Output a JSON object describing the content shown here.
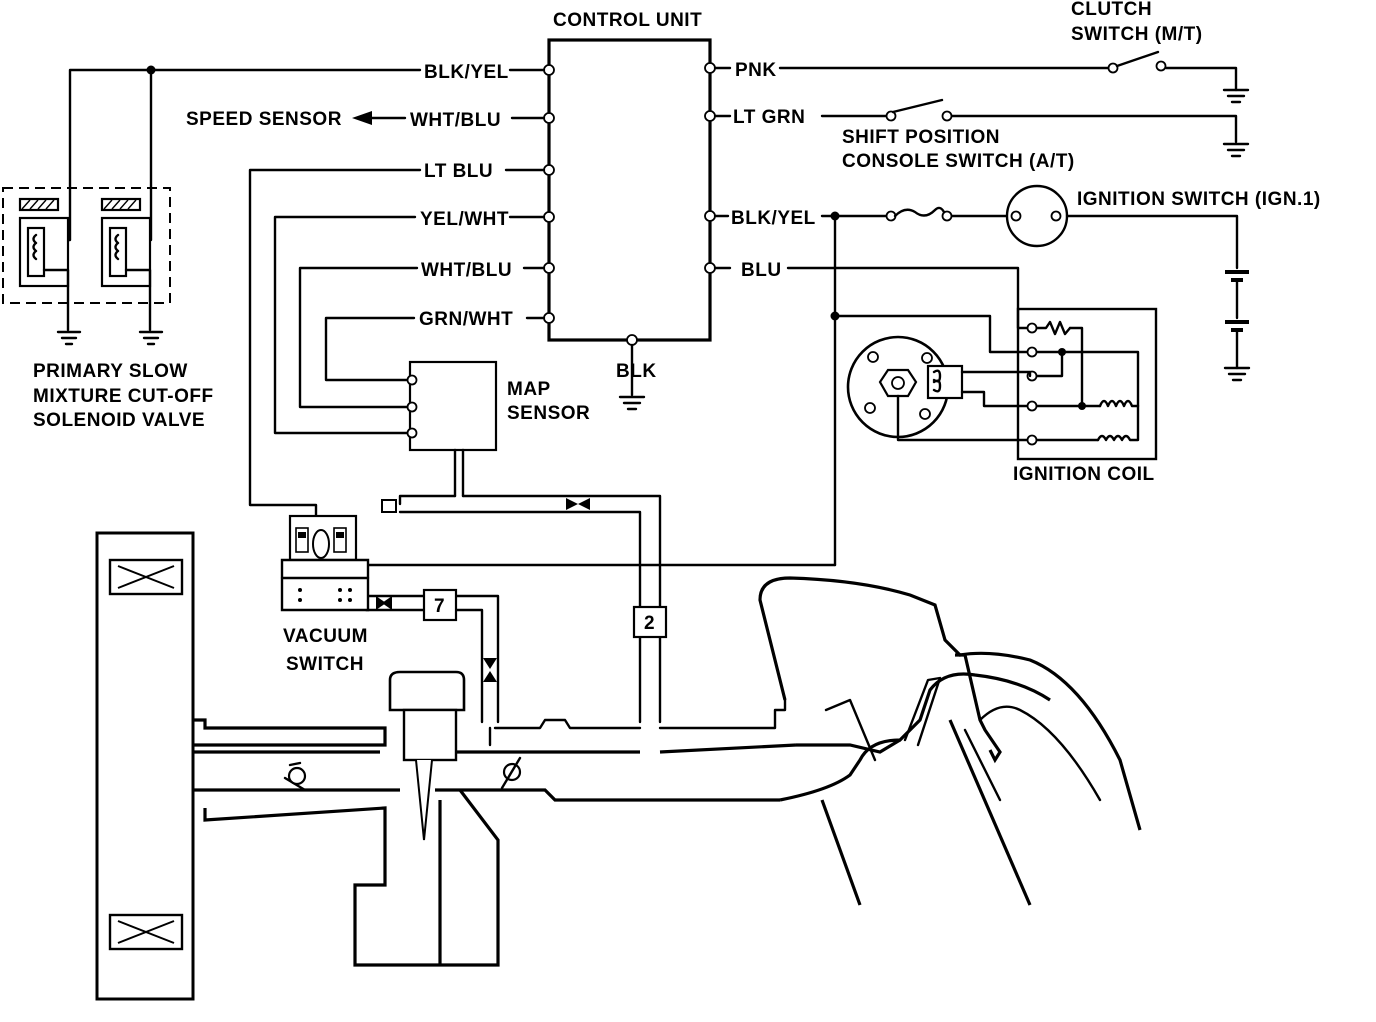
{
  "labels": {
    "control_unit": "CONTROL UNIT",
    "clutch_switch_line1": "CLUTCH",
    "clutch_switch_line2": "SWITCH (M/T)",
    "shift_position_line1": "SHIFT POSITION",
    "shift_position_line2": "CONSOLE SWITCH (A/T)",
    "ignition_switch": "IGNITION SWITCH (IGN.1)",
    "speed_sensor": "SPEED SENSOR",
    "primary_slow_line1": "PRIMARY SLOW",
    "primary_slow_line2": "MIXTURE CUT-OFF",
    "primary_slow_line3": "SOLENOID VALVE",
    "map_sensor_line1": "MAP",
    "map_sensor_line2": "SENSOR",
    "ground_blk": "BLK",
    "ignition_coil": "IGNITION COIL",
    "vacuum_switch_line1": "VACUUM",
    "vacuum_switch_line2": "SWITCH",
    "hose_7": "7",
    "hose_2": "2"
  },
  "left_pins": [
    "BLK/YEL",
    "WHT/BLU",
    "LT BLU",
    "YEL/WHT",
    "WHT/BLU",
    "GRN/WHT"
  ],
  "right_pins": [
    "PNK",
    "LT GRN",
    "BLK/YEL",
    "BLU"
  ]
}
